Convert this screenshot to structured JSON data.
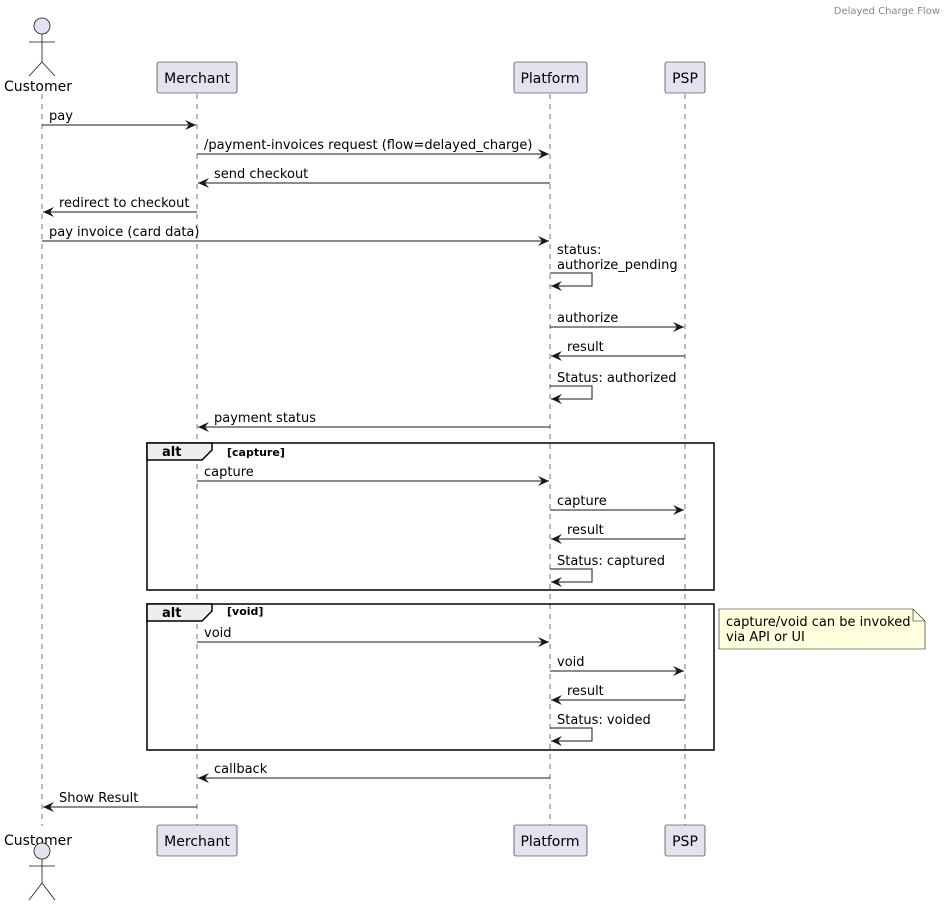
{
  "header": "Delayed Charge Flow",
  "colors": {
    "participant_fill": "#E2E2F0",
    "participant_stroke": "#181818",
    "note_fill": "#FEFFDD",
    "fragment_header_fill": "#EEEEEE",
    "lifeline": "#181818",
    "header_text": "#888888"
  },
  "participants": [
    {
      "id": "customer",
      "label": "Customer",
      "kind": "actor",
      "icon": "actor-icon"
    },
    {
      "id": "merchant",
      "label": "Merchant",
      "kind": "box"
    },
    {
      "id": "platform",
      "label": "Platform",
      "kind": "box"
    },
    {
      "id": "psp",
      "label": "PSP",
      "kind": "box"
    }
  ],
  "messages": [
    {
      "from": "customer",
      "to": "merchant",
      "text": [
        "pay"
      ]
    },
    {
      "from": "merchant",
      "to": "platform",
      "text": [
        "/payment-invoices request (flow=delayed_charge)"
      ]
    },
    {
      "from": "platform",
      "to": "merchant",
      "text": [
        "send checkout"
      ]
    },
    {
      "from": "merchant",
      "to": "customer",
      "text": [
        "redirect to checkout"
      ]
    },
    {
      "from": "customer",
      "to": "platform",
      "text": [
        "pay invoice (card data)"
      ]
    },
    {
      "from": "platform",
      "to": "platform",
      "text": [
        "status:",
        "authorize_pending"
      ]
    },
    {
      "from": "platform",
      "to": "psp",
      "text": [
        "authorize"
      ]
    },
    {
      "from": "psp",
      "to": "platform",
      "text": [
        "result"
      ]
    },
    {
      "from": "platform",
      "to": "platform",
      "text": [
        "Status: authorized"
      ]
    },
    {
      "from": "platform",
      "to": "merchant",
      "text": [
        "payment status"
      ]
    },
    {
      "from": "merchant",
      "to": "platform",
      "text": [
        "capture"
      ]
    },
    {
      "from": "platform",
      "to": "psp",
      "text": [
        "capture"
      ]
    },
    {
      "from": "psp",
      "to": "platform",
      "text": [
        "result"
      ]
    },
    {
      "from": "platform",
      "to": "platform",
      "text": [
        "Status: captured"
      ]
    },
    {
      "from": "merchant",
      "to": "platform",
      "text": [
        "void"
      ]
    },
    {
      "from": "platform",
      "to": "psp",
      "text": [
        "void"
      ]
    },
    {
      "from": "psp",
      "to": "platform",
      "text": [
        "result"
      ]
    },
    {
      "from": "platform",
      "to": "platform",
      "text": [
        "Status: voided"
      ]
    },
    {
      "from": "platform",
      "to": "merchant",
      "text": [
        "callback"
      ]
    },
    {
      "from": "merchant",
      "to": "customer",
      "text": [
        "Show Result"
      ]
    }
  ],
  "fragments": [
    {
      "keyword": "alt",
      "guard": "[capture]"
    },
    {
      "keyword": "alt",
      "guard": "[void]"
    }
  ],
  "note": {
    "lines": [
      "capture/void can be invoked",
      "via API or UI"
    ]
  }
}
